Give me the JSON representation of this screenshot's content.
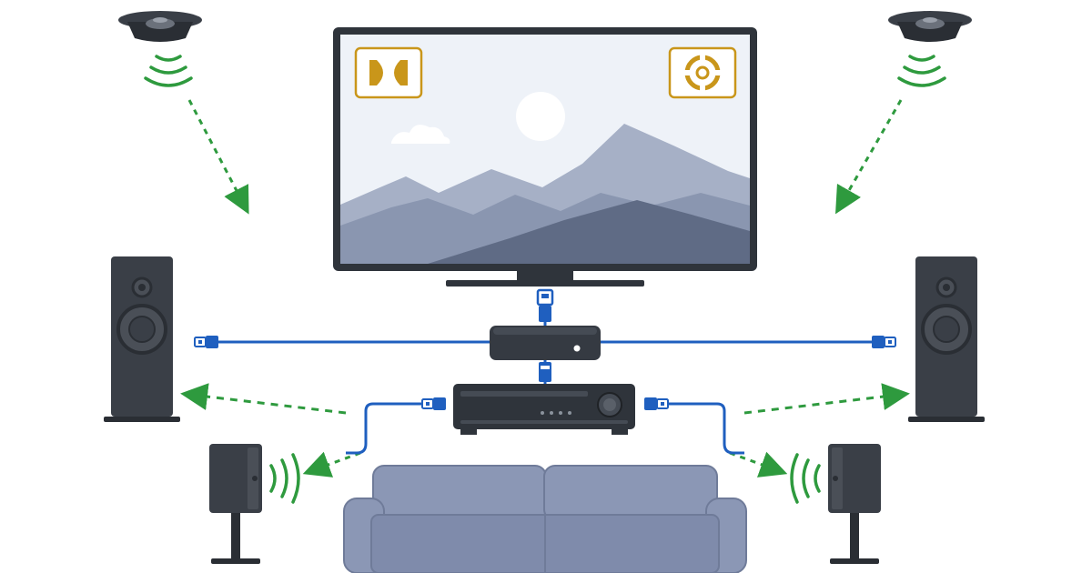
{
  "diagram": {
    "colors": {
      "background": "#ffffff",
      "device_dark": "#3a3f47",
      "device_darker": "#2a2e34",
      "speaker_face": "#4a4f57",
      "cable_blue": "#1f5fbf",
      "sound_green": "#2e9a3e",
      "logo_gold": "#c9961a",
      "sofa": "#8b97b5",
      "sofa_dark": "#7a86a6",
      "mountain_far": "#a6b0c6",
      "mountain_mid": "#8a96b0",
      "mountain_near": "#5f6b85",
      "sky": "#e9eef5"
    },
    "components": [
      {
        "id": "tv",
        "icon": "television-icon"
      },
      {
        "id": "dolby-logo",
        "icon": "dolby-logo-icon"
      },
      {
        "id": "dts-logo",
        "icon": "surround-logo-icon"
      },
      {
        "id": "streaming-box",
        "icon": "media-player-icon"
      },
      {
        "id": "av-receiver",
        "icon": "av-receiver-icon"
      },
      {
        "id": "ceiling-speaker-left",
        "icon": "ceiling-speaker-icon"
      },
      {
        "id": "ceiling-speaker-right",
        "icon": "ceiling-speaker-icon"
      },
      {
        "id": "tower-speaker-left",
        "icon": "tower-speaker-icon"
      },
      {
        "id": "tower-speaker-right",
        "icon": "tower-speaker-icon"
      },
      {
        "id": "surround-speaker-left",
        "icon": "bookshelf-speaker-icon"
      },
      {
        "id": "surround-speaker-right",
        "icon": "bookshelf-speaker-icon"
      },
      {
        "id": "sofa",
        "icon": "sofa-icon"
      }
    ],
    "connections": [
      {
        "from": "tv",
        "to": "streaming-box",
        "kind": "hdmi-cable"
      },
      {
        "from": "streaming-box",
        "to": "av-receiver",
        "kind": "hdmi-cable"
      },
      {
        "from": "streaming-box",
        "to": "tower-speaker-left",
        "kind": "cable"
      },
      {
        "from": "streaming-box",
        "to": "tower-speaker-right",
        "kind": "cable"
      },
      {
        "from": "av-receiver",
        "to": "surround-speaker-left",
        "kind": "cable"
      },
      {
        "from": "av-receiver",
        "to": "surround-speaker-right",
        "kind": "cable"
      }
    ],
    "sound_paths": [
      {
        "from": "ceiling-speaker-left",
        "toward": "tower-speaker-left"
      },
      {
        "from": "ceiling-speaker-right",
        "toward": "tower-speaker-right"
      },
      {
        "from": "av-receiver",
        "toward": "tower-speaker-left"
      },
      {
        "from": "av-receiver",
        "toward": "tower-speaker-right"
      },
      {
        "from": "av-receiver",
        "toward": "surround-speaker-left"
      },
      {
        "from": "av-receiver",
        "toward": "surround-speaker-right"
      }
    ]
  }
}
